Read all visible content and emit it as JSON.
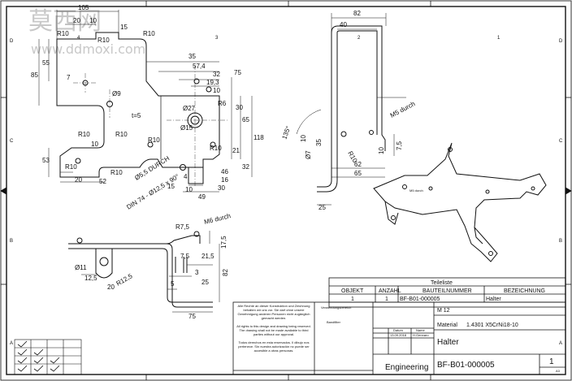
{
  "watermark": {
    "cjk": "莫西网",
    "url": "www.ddmoxi.com"
  },
  "border": {
    "cols_top": [
      "4",
      "3",
      "2",
      "1"
    ],
    "rows_left": [
      "D",
      "C",
      "B",
      "A"
    ]
  },
  "view_front": {
    "dims": [
      "105",
      "20",
      "10",
      "15",
      "R10",
      "R10",
      "R10",
      "85",
      "55",
      "7",
      "Ø9",
      "35",
      "57,4",
      "32",
      "19,3",
      "10",
      "75",
      "t=5",
      "Ø27",
      "Ø15",
      "30",
      "R6",
      "65",
      "118",
      "21",
      "32",
      "R10",
      "R10",
      "R10",
      "53",
      "10",
      "R10",
      "R10",
      "20",
      "52",
      "Ø5,5 DURCH",
      "DIN 74 - Ø12,5 x 90°",
      "R10",
      "46",
      "16",
      "30",
      "4",
      "49",
      "10",
      "15"
    ]
  },
  "view_side": {
    "dims": [
      "82",
      "40",
      "M5 durch",
      "135°",
      "Ø7",
      "35",
      "10",
      "R10",
      "7,5",
      "10",
      "62",
      "65",
      "25"
    ]
  },
  "view_bottom": {
    "dims": [
      "R7,5",
      "M6 durch",
      "17,5",
      "Ø11",
      "12,5",
      "R12,5",
      "20",
      "7,5",
      "21,5",
      "5",
      "3",
      "25",
      "82",
      "75"
    ]
  },
  "title_block": {
    "teileliste": "Teileliste",
    "col_objekt": "OBJEKT",
    "col_anzahl": "ANZAHL",
    "col_bauteilnummer": "BAUTEILNUMMER",
    "col_bezeichnung": "BEZEICHNUNG",
    "row_objekt": "1",
    "row_anzahl": "1",
    "row_bauteilnummer": "BF-B01-000005",
    "row_bezeichnung": "Halter",
    "material_prefix": "M 12",
    "material_label": "Material",
    "material_value": "1.4301 X5CrNi18-10",
    "title": "Halter",
    "company": "Engineering",
    "drawing_number": "BF-B01-000005",
    "sheet": "1",
    "sheet_size": "A3",
    "notes_de": "Alle Rechte an dieser Konstruktion und Zeichnung behalten wir uns vor. Sie darf ohne unsere Genehmigung anderen Personen nicht zugänglich gemacht werden.",
    "notes_en": "All rights to this design and drawing being reserved. The drawing shall not be made available to third parties without our approval.",
    "notes_last": "Todos derechos en esta reservados. Il dibujo nos pertenece. Sin nuestra autorización no puede ser accesible a otras personas.",
    "verwendung": "Verwendungsbereich",
    "bandfilter": "Bandfilter",
    "datum": "Datum",
    "name": "Name",
    "datum_val": "13.09.2018",
    "name_val": "H.Gennaro"
  }
}
